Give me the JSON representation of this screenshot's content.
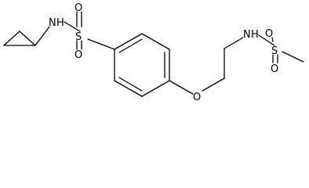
{
  "colors": {
    "bond": "#000000",
    "label": "#000000",
    "background": "#ffffff"
  },
  "labels": {
    "amide_n_left": "N",
    "amide_h_left": "H",
    "sulfonyl_s_left": "S",
    "sulfonyl_o_left_top": "O",
    "sulfonyl_o_left_bottom": "O",
    "ether_o": "O",
    "amide_n_right": "N",
    "amide_h_right": "H",
    "sulfonyl_s_right": "S",
    "sulfonyl_o_right_left": "O",
    "sulfonyl_o_right_bottom": "O"
  }
}
